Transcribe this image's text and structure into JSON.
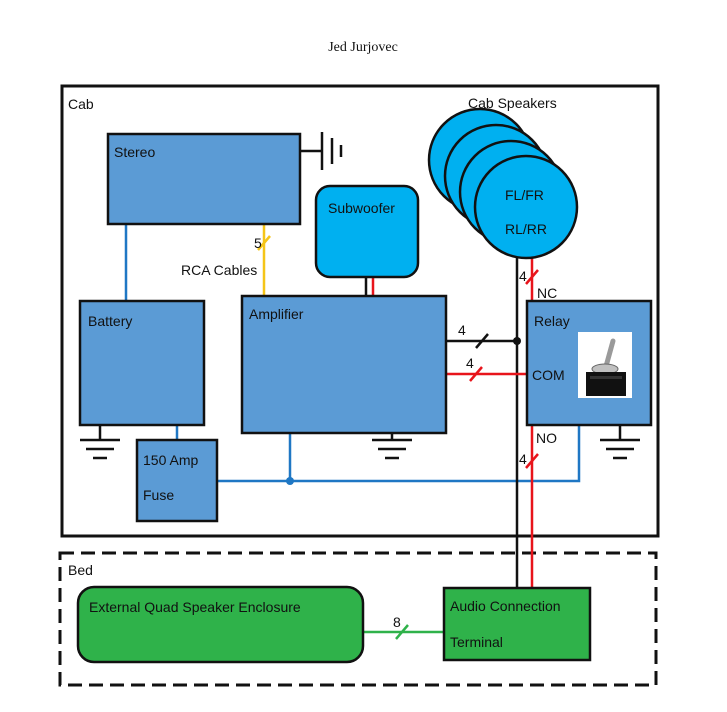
{
  "author": "Jed Jurjovec",
  "regions": {
    "cab": "Cab",
    "bed": "Bed"
  },
  "components": {
    "stereo": "Stereo",
    "subwoofer": "Subwoofer",
    "battery": "Battery",
    "amplifier": "Amplifier",
    "relay": "Relay",
    "fuse_line1": "150 Amp",
    "fuse_line2": "Fuse",
    "enclosure": "External Quad Speaker Enclosure",
    "terminal_line1": "Audio Connection",
    "terminal_line2": "Terminal"
  },
  "speakers": {
    "title": "Cab Speakers",
    "line1": "FL/FR",
    "line2": "RL/RR"
  },
  "wires": {
    "rca_label": "RCA Cables",
    "rca_count": "5",
    "nc_count": "4",
    "black_count": "4",
    "com_count": "4",
    "no_count": "4",
    "enclosure_count": "8"
  },
  "relay_pins": {
    "nc": "NC",
    "com": "COM",
    "no": "NO"
  },
  "colors": {
    "component": "#5b9bd5",
    "subwoofer": "#00b0f0",
    "bed_component": "#2fb24a",
    "wire_power": "#1f77c4",
    "wire_speaker": "#e8141b",
    "wire_rca": "#f5c518",
    "wire_enclosure": "#2fb24a"
  }
}
